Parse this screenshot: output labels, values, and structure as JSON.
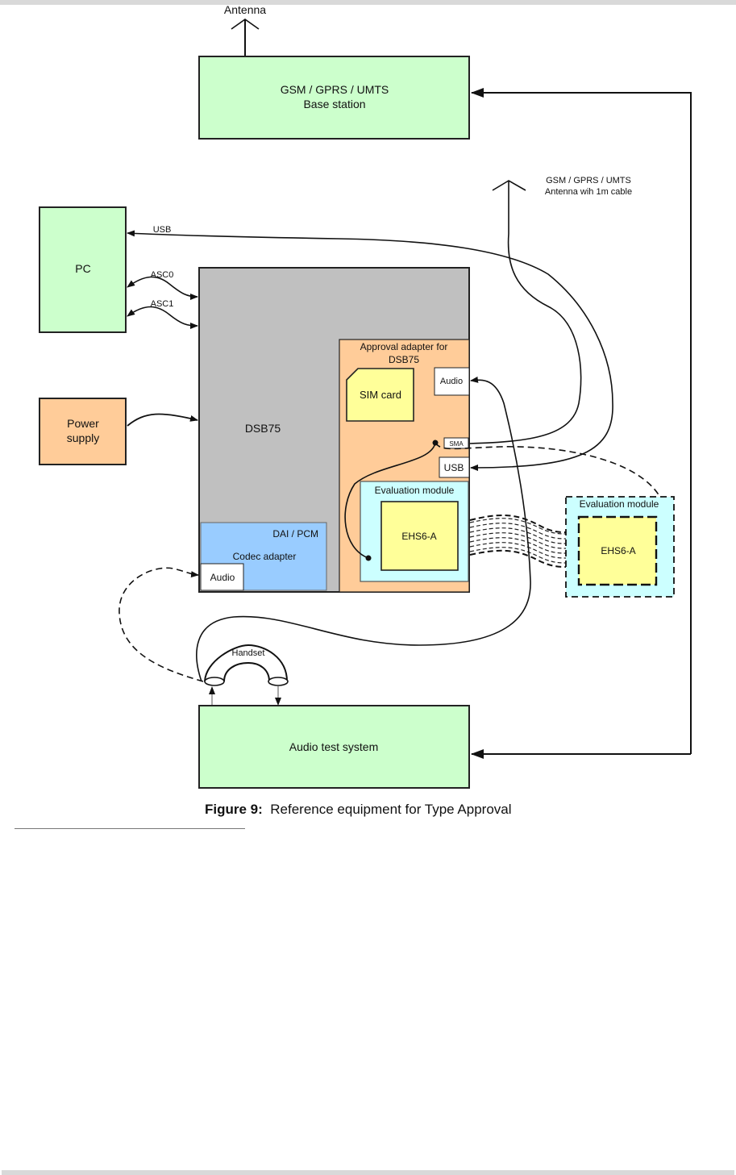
{
  "colors": {
    "green_box": "#ccffcc",
    "gray_box": "#c0c0c0",
    "orange_box": "#ffcc99",
    "blue_box": "#99ccff",
    "cyan_box": "#ccffff",
    "yellow_box": "#ffff99",
    "white_box": "#ffffff",
    "line": "#111111"
  },
  "labels": {
    "antenna": "Antenna",
    "base_station_line1": "GSM / GPRS / UMTS",
    "base_station_line2": "Base station",
    "ext_antenna_line1": "GSM / GPRS / UMTS",
    "ext_antenna_line2": "Antenna wih 1m cable",
    "pc": "PC",
    "usb_link": "USB",
    "asc0": "ASC0",
    "asc1": "ASC1",
    "power_line1": "Power",
    "power_line2": "supply",
    "dsb75": "DSB75",
    "approval_line1": "Approval adapter for",
    "approval_line2": "DSB75",
    "sim_card": "SIM card",
    "audio_port_adapter": "Audio",
    "sma_port": "SMA",
    "usb_port": "USB",
    "eval_module": "Evaluation module",
    "ehs6a": "EHS6-A",
    "dai_pcm": "DAI / PCM",
    "codec_adapter": "Codec adapter",
    "audio_port_codec": "Audio",
    "eval_module_ext": "Evaluation module",
    "ehs6a_ext": "EHS6-A",
    "handset": "Handset",
    "audio_test_system": "Audio test system"
  },
  "caption": {
    "number": "Figure 9:",
    "text": "Reference equipment for Type Approval"
  }
}
